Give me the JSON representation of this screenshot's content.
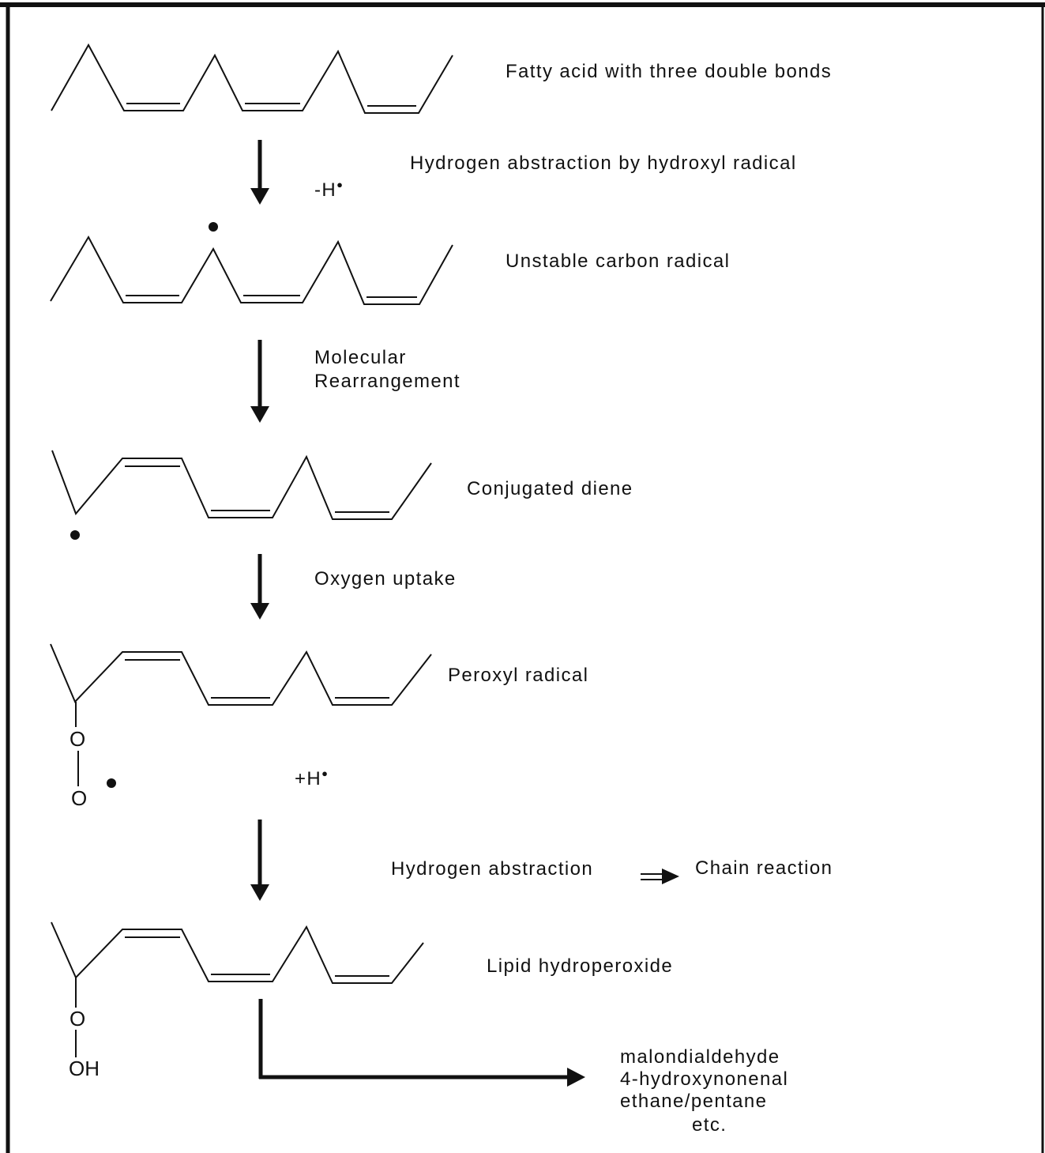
{
  "steps": {
    "fatty_acid": "Fatty acid with three double bonds",
    "abstraction": "Hydrogen abstraction by hydroxyl radical",
    "minus_h": "-H",
    "carbon_radical": "Unstable carbon radical",
    "rearrangement_1": "Molecular",
    "rearrangement_2": "Rearrangement",
    "diene": "Conjugated diene",
    "oxygen": "Oxygen uptake",
    "peroxyl": "Peroxyl radical",
    "plus_h": "+H",
    "h_abstraction": "Hydrogen abstraction",
    "chain": "Chain reaction",
    "hydroperoxide": "Lipid hydroperoxide"
  },
  "products": [
    "malondialdehyde",
    "4-hydroxynonenal",
    "ethane/pentane",
    "etc."
  ],
  "atoms": {
    "o": "O",
    "oh": "OH"
  },
  "colors": {
    "ink": "#111111",
    "frame": "#111111",
    "background": "#ffffff"
  }
}
